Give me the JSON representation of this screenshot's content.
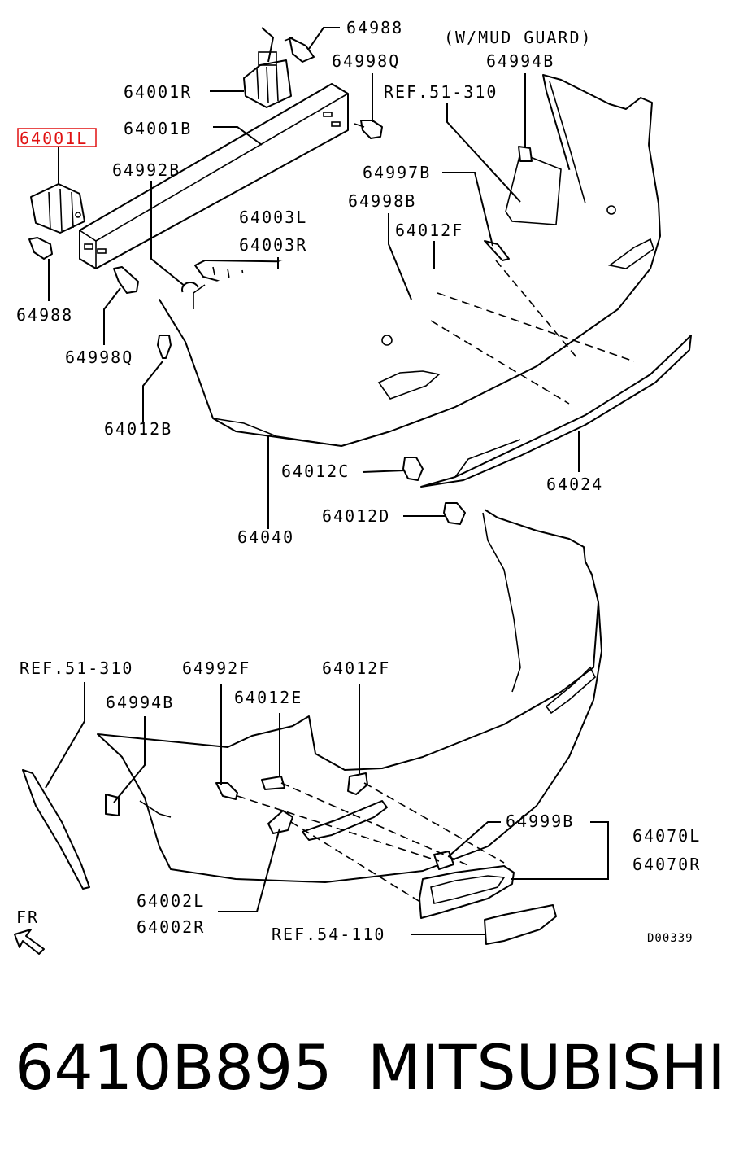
{
  "labels": {
    "bolt_top_right": "64988",
    "note_mud_guard": "(W/MUD GUARD)",
    "bolt_64998q_top": "64998Q",
    "bracket_right": "64001R",
    "ref_top": "REF.51-310",
    "reinforcement": "64001B",
    "bracket_left_highlight": "64001L",
    "screw_64992b": "64992B",
    "retainer_64997b": "64997B",
    "bracket_64003l": "64003L",
    "bracket_64003r": "64003R",
    "bolt_64998b": "64998B",
    "clip_64012f_top": "64012F",
    "mud_guard_64994b_top": "64994B",
    "bolt_left": "64988",
    "bolt_64998q_left": "64998Q",
    "clip_64012b": "64012B",
    "clip_64012c": "64012C",
    "lower_panel": "64024",
    "clip_64012d": "64012D",
    "bumper_face": "64040",
    "ref_bottom": "REF.51-310",
    "screw_64992f": "64992F",
    "clip_64012f_bottom": "64012F",
    "mud_guard_64994b_bottom": "64994B",
    "clip_64012e": "64012E",
    "clip_64999b": "64999B",
    "garnish_64070l": "64070L",
    "garnish_64070r": "64070R",
    "bracket_64002l": "64002L",
    "bracket_64002r": "64002R",
    "ref_lamp": "REF.54-110",
    "front_indicator": "FR",
    "drawing_code": "D00339"
  },
  "caption": {
    "part_number": "6410B895",
    "brand": "MITSUBISHI"
  },
  "colors": {
    "highlight": "#e01010",
    "ink": "#000000"
  }
}
